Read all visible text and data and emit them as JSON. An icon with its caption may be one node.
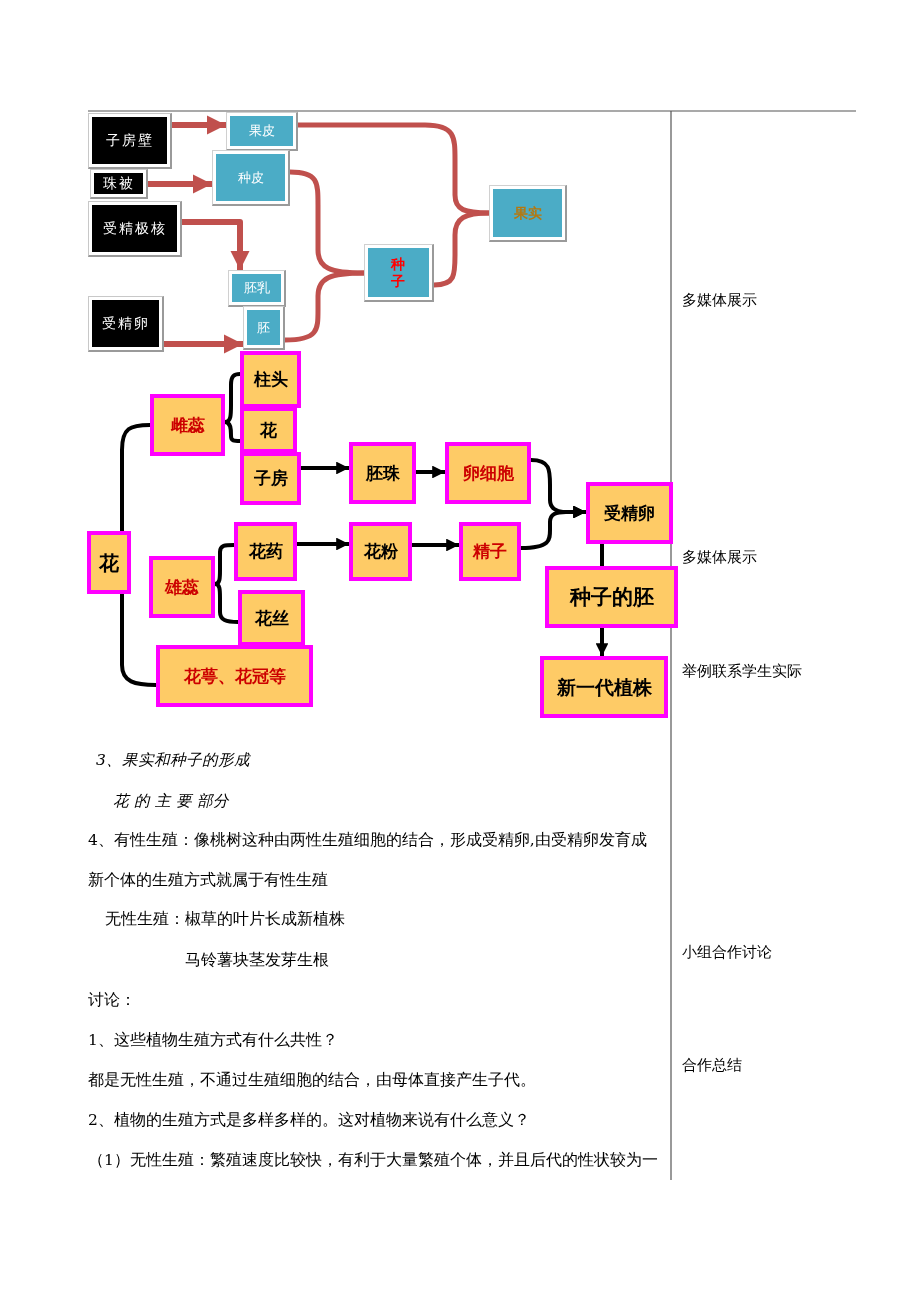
{
  "diagram": {
    "nodes": [
      {
        "text": [
          "子房壁"
        ]
      },
      {
        "text": [
          "珠被"
        ]
      },
      {
        "text": [
          "受精极核"
        ]
      },
      {
        "text": [
          "受精卵"
        ]
      },
      {
        "text": [
          "果皮"
        ]
      },
      {
        "text": [
          "种皮"
        ]
      },
      {
        "text": [
          "胚乳"
        ]
      },
      {
        "text": [
          "胚"
        ]
      },
      {
        "text": [
          "种子"
        ]
      },
      {
        "text": [
          "果实"
        ]
      },
      {
        "text": [
          "花"
        ]
      },
      {
        "text": [
          "雌蕊"
        ]
      },
      {
        "text": [
          "柱头"
        ]
      },
      {
        "text": [
          "花"
        ]
      },
      {
        "text": [
          "子房"
        ]
      },
      {
        "text": [
          "胚珠"
        ]
      },
      {
        "text": [
          "卵细胞"
        ]
      },
      {
        "text": [
          "受精卵"
        ]
      },
      {
        "text": [
          "雄蕊"
        ]
      },
      {
        "text": [
          "花药"
        ]
      },
      {
        "text": [
          "花粉"
        ]
      },
      {
        "text": [
          "精子"
        ]
      },
      {
        "text": [
          "花丝"
        ]
      },
      {
        "text": [
          "种子的胚"
        ]
      },
      {
        "text": [
          "花萼、花冠等"
        ]
      },
      {
        "text": [
          "新一代植株"
        ]
      }
    ],
    "edges": [
      {
        "from": 0,
        "to": 4,
        "arrow": "to",
        "color": "#c0504d"
      },
      {
        "from": 1,
        "to": 5,
        "arrow": "to",
        "color": "#c0504d"
      },
      {
        "from": 2,
        "to": 6,
        "arrow": "to",
        "color": "#c0504d"
      },
      {
        "from": 3,
        "to": 7,
        "arrow": "to",
        "color": "#c0504d"
      },
      {
        "from": 5,
        "to": 8,
        "arrow": "none",
        "color": "#c0504d"
      },
      {
        "from": 7,
        "to": 8,
        "arrow": "none",
        "color": "#c0504d"
      },
      {
        "from": 4,
        "to": 9,
        "arrow": "none",
        "color": "#c0504d"
      },
      {
        "from": 8,
        "to": 9,
        "arrow": "none",
        "color": "#c0504d"
      },
      {
        "from": 10,
        "to": 11,
        "arrow": "none"
      },
      {
        "from": 10,
        "to": 24,
        "arrow": "none"
      },
      {
        "from": 11,
        "to": 12,
        "arrow": "none"
      },
      {
        "from": 11,
        "to": 13,
        "arrow": "none"
      },
      {
        "from": 14,
        "to": 15,
        "arrow": "to"
      },
      {
        "from": 15,
        "to": 16,
        "arrow": "to"
      },
      {
        "from": 16,
        "to": 17,
        "arrow": "to"
      },
      {
        "from": 21,
        "to": 17,
        "arrow": "to"
      },
      {
        "from": 18,
        "to": 19,
        "arrow": "none"
      },
      {
        "from": 18,
        "to": 22,
        "arrow": "none"
      },
      {
        "from": 19,
        "to": 20,
        "arrow": "to"
      },
      {
        "from": 20,
        "to": 21,
        "arrow": "to"
      },
      {
        "from": 17,
        "to": 23,
        "arrow": "none"
      },
      {
        "from": 23,
        "to": 25,
        "arrow": "to"
      }
    ],
    "labels": [
      "3、果实和种子的形成",
      "花 的 主 要 部分",
      "4、有性生殖：像桃树这种由两性生殖细胞的结合，形成受精卵,由受精卵发育成新个体的生殖方式就属于有性生殖",
      "无性生殖：椒草的叶片长成新植株",
      "马铃薯块茎发芽生根",
      "讨论：",
      "1、这些植物生殖方式有什么共性？",
      "都是无性生殖，不通过生殖细胞的结合，由母体直接产生子代。",
      "2、植物的生殖方式是多样多样的。这对植物来说有什么意义？",
      "（1）无性生殖：繁殖速度比较快，有利于大量繁殖个体，并且后代的性状较为一",
      "多媒体展示",
      "多媒体展示",
      "举例联系学生实际",
      "小组合作讨论",
      "合作总结"
    ]
  }
}
